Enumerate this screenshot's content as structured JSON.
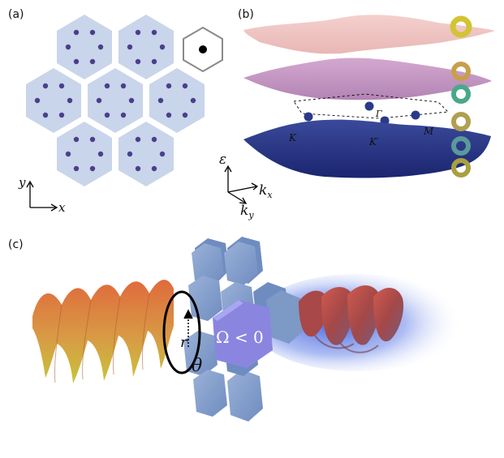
{
  "panels": {
    "a": {
      "label": "(a)",
      "axis_y": "y",
      "axis_x": "x"
    },
    "b": {
      "label": "(b)",
      "axis_energy": "ε",
      "axis_kx": "k",
      "axis_kx_sub": "x",
      "axis_ky": "k",
      "axis_ky_sub": "y",
      "point_K": "K",
      "point_Kprime": "K′",
      "point_Gamma": "Γ",
      "point_M": "M"
    },
    "c": {
      "label": "(c)",
      "radius_label": "r",
      "angle_label": "θ",
      "berry_curvature": "Ω < 0"
    }
  },
  "colors": {
    "hexagon_fill": "#c9d5ea",
    "dot": "#4b3f8c",
    "band_top": "#f0c6c4",
    "band_mid": "#c79cc4",
    "band_bottom": "#23307a",
    "block": "#7d99c6",
    "highlight_block": "#8a86e0",
    "helix": "#b04a4a",
    "wave_front": "#e08a4a"
  }
}
